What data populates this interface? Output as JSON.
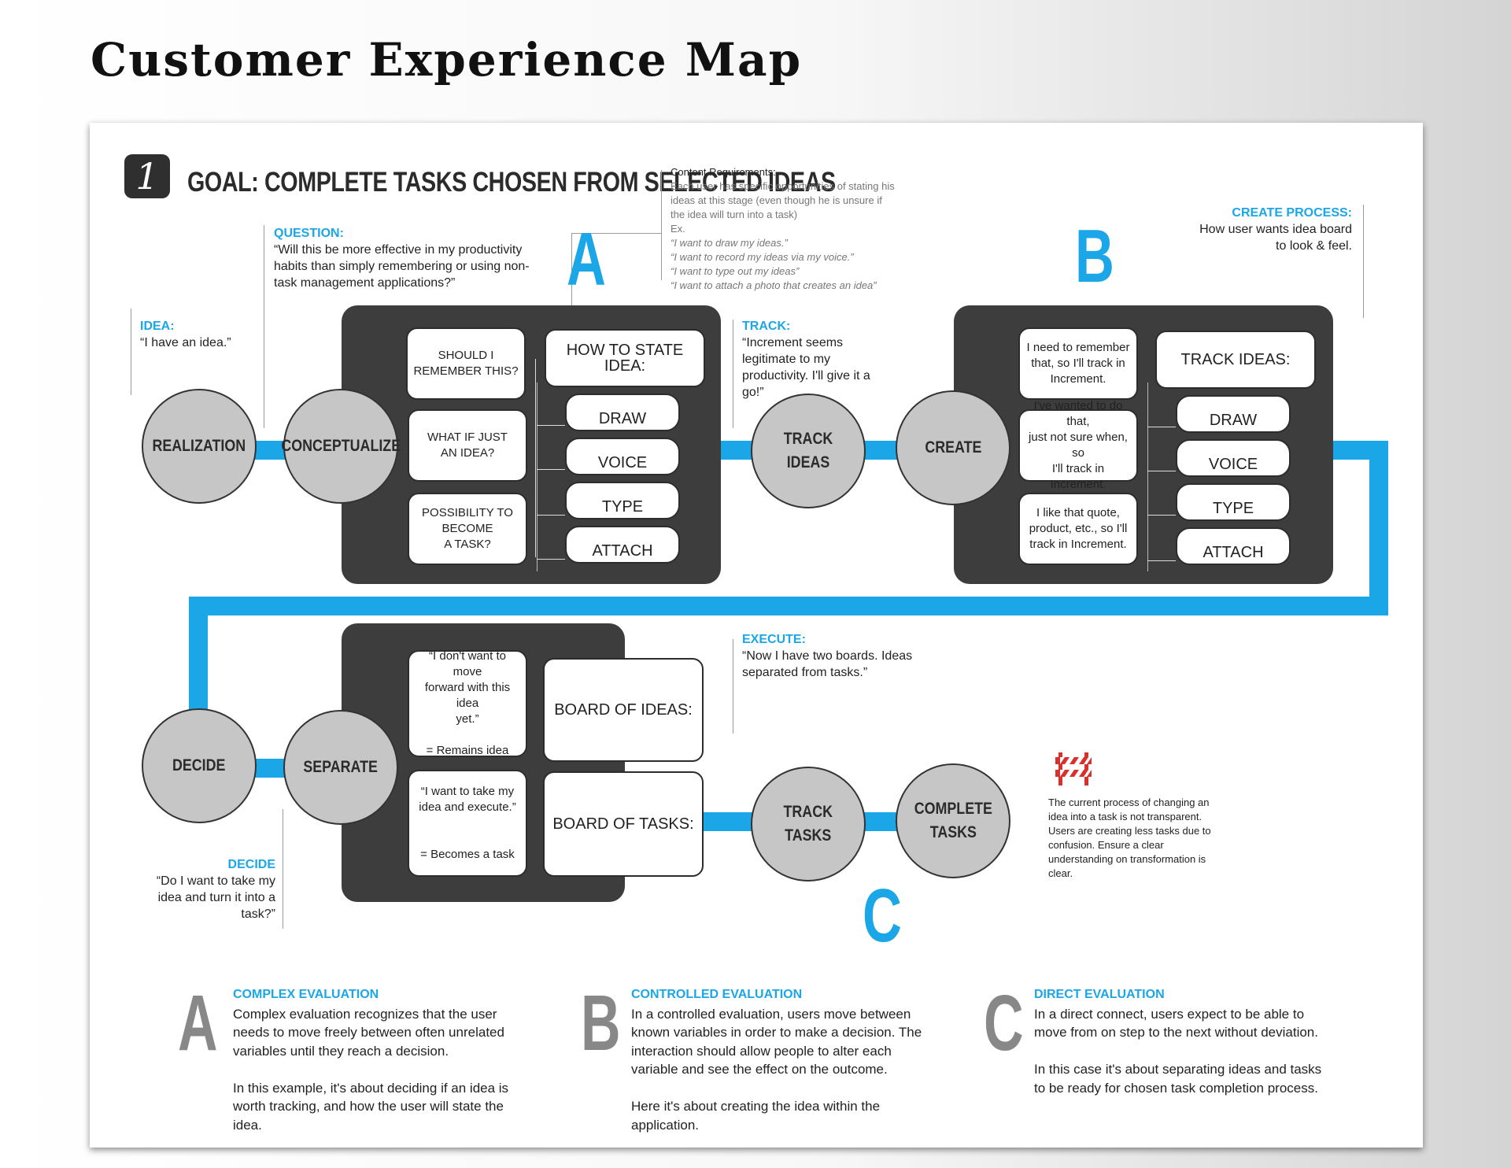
{
  "page_title": "Customer Experience Map",
  "goal": "GOAL: COMPLETE TASKS CHOSEN FROM SELECTED IDEAS",
  "logo_letter": "1",
  "section_letters": {
    "a": "A",
    "b": "B",
    "c": "C"
  },
  "annotations": {
    "idea": {
      "label": "IDEA:",
      "text": "“I have an idea.”"
    },
    "question": {
      "label": "QUESTION:",
      "text": "“Will this be more effective in my productivity habits than simply remembering or using non-task management applications?”"
    },
    "track": {
      "label": "TRACK:",
      "text": "“Increment seems legitimate to my productivity. I'll give it a go!”"
    },
    "create_process": {
      "label": "CREATE PROCESS:",
      "text": "How user wants idea board to look & feel."
    },
    "execute": {
      "label": "EXECUTE:",
      "text": "“Now I have two boards. Ideas separated from tasks.”"
    },
    "decide": {
      "label": "DECIDE",
      "text": "“Do I want to take my idea and turn it into a task?”"
    }
  },
  "content_requirements": {
    "title": "Content Requirements:",
    "body": "Each user has specific opportunities of stating his ideas at this stage (even though he is unsure if the idea will turn into a task)",
    "ex": "Ex.",
    "examples": [
      "“I want to draw my ideas.”",
      "“I want to record my ideas via my voice.”",
      "“I want to type out my ideas”",
      "“I want to attach a photo that creates an idea”"
    ]
  },
  "nodes": {
    "realization": "REALIZATION",
    "conceptualize": "CONCEPTUALIZE",
    "track_ideas": "TRACK IDEAS",
    "create": "CREATE",
    "decide": "DECIDE",
    "separate": "SEPARATE",
    "track_tasks": "TRACK\nTASKS",
    "complete_tasks": "COMPLETE\nTASKS"
  },
  "panel_a": {
    "questions": [
      "SHOULD I\nREMEMBER THIS?",
      "WHAT IF JUST\nAN IDEA?",
      "POSSIBILITY TO\nBECOME\nA TASK?"
    ],
    "header": "HOW TO STATE IDEA:",
    "options": [
      "DRAW",
      "VOICE",
      "TYPE",
      "ATTACH"
    ]
  },
  "panel_b": {
    "reasons": [
      "I need to remember\nthat, so I'll track in\nIncrement.",
      "I've wanted to do that,\njust not sure when, so\nI'll track in Increment.",
      "I like that quote,\nproduct, etc., so I'll\ntrack in Increment."
    ],
    "header": "TRACK IDEAS:",
    "options": [
      "DRAW",
      "VOICE",
      "TYPE",
      "ATTACH"
    ]
  },
  "panel_c": {
    "quotes": [
      "“I don't want to move\nforward with this idea\nyet.”\n\n= Remains idea",
      "“I want to take my\nidea and execute.”\n\n\n= Becomes a task"
    ],
    "boards": [
      "BOARD OF IDEAS:",
      "BOARD OF TASKS:"
    ]
  },
  "warning": {
    "icon": "barrier-icon",
    "text": "The current process of changing an idea into a task is not transparent. Users are creating less tasks due to confusion. Ensure a clear understanding on transformation is clear."
  },
  "explanations": [
    {
      "letter": "A",
      "title": "COMPLEX EVALUATION",
      "text": "Complex evaluation recognizes that the user needs to move freely between often unrelated variables until they reach a decision.\n\nIn this example, it's about deciding if an idea is worth tracking, and how the user will state the idea."
    },
    {
      "letter": "B",
      "title": "CONTROLLED EVALUATION",
      "text": "In a controlled evaluation, users move between known variables in order to make a decision. The interaction should allow people to alter each variable and see the effect on the outcome.\n\nHere it's about creating the idea within the application."
    },
    {
      "letter": "C",
      "title": "DIRECT EVALUATION",
      "text": "In a direct connect, users expect to be able to move from on step to the next without deviation.\n\nIn this case it's about separating ideas and tasks to be ready for chosen task completion process."
    }
  ],
  "colors": {
    "accent": "#1ba6e8",
    "panel": "#3d3d3d",
    "node": "#c6c6c6",
    "warning": "#d9302c"
  }
}
